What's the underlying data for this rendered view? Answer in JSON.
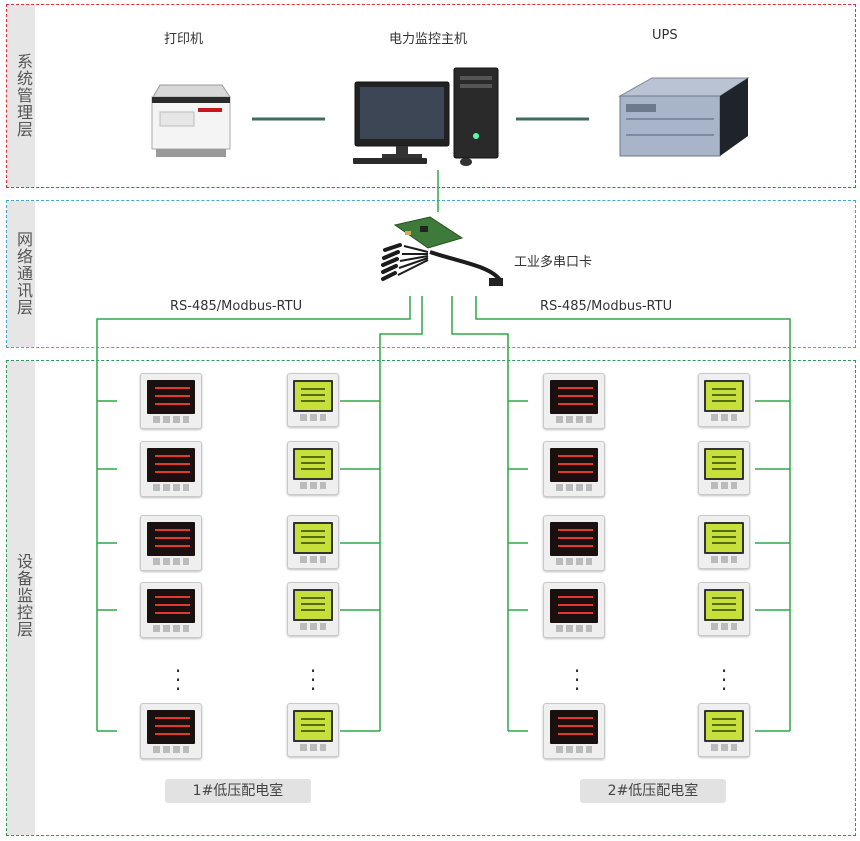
{
  "layers": {
    "system": "系统管理层",
    "network": "网络通讯层",
    "device": "设备监控层"
  },
  "devices": {
    "printer": "打印机",
    "host": "电力监控主机",
    "ups": "UPS",
    "serial_card": "工业多串口卡"
  },
  "protocol": {
    "left": "RS-485/Modbus-RTU",
    "right": "RS-485/Modbus-RTU"
  },
  "rooms": {
    "room1": "1#低压配电室",
    "room2": "2#低压配电室"
  },
  "colors": {
    "system_border": "#e0303c",
    "network_border": "#3da9d6",
    "device_border": "#2e9a58",
    "wire": "#2ea84a",
    "lcd_screen": "#c6df3a",
    "led_digits": "#e23a2a"
  }
}
